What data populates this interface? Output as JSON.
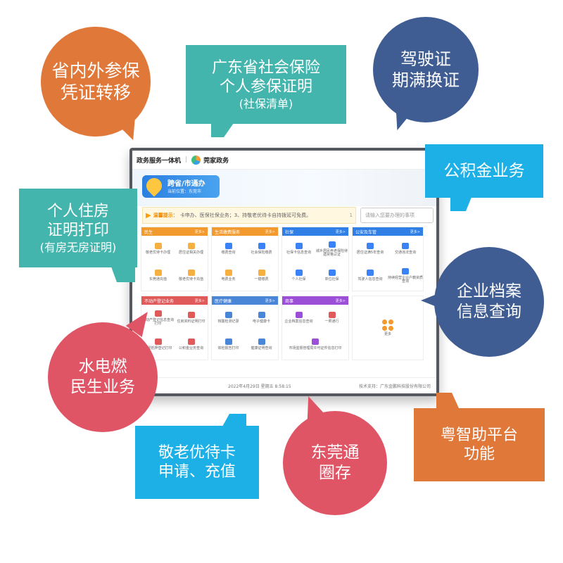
{
  "tablet": {
    "header_left": "政务服务一体机",
    "header_brand": "莞家政务",
    "cross_button": {
      "title": "跨省/市通办",
      "sub": "当前位置：东莞市"
    },
    "notice": {
      "label": "温馨提示：",
      "text": "卡申办、医保社保业务；3、持敬老优待卡自持拨延可免费。",
      "page": "1"
    },
    "search_placeholder": "请输入您要办理的事项",
    "cards": [
      {
        "title": "民生",
        "more": "更多>",
        "color": "#f39a2e",
        "items": [
          "敬老优待卡办理",
          "居住证相关办理",
          "东莞通充值",
          "敬老优待卡充值"
        ]
      },
      {
        "title": "生活缴费服务",
        "more": "更多>",
        "color": "#f39a2e",
        "items": [
          "缴费查询",
          "社会保险缴费",
          "电费业务",
          "一键缴费"
        ]
      },
      {
        "title": "社保",
        "more": "更多>",
        "color": "#2f7fe6",
        "items": [
          "社保卡信息查询",
          "城乡居民养老保险待遇资格认证",
          "个人社保",
          "单位社保"
        ]
      },
      {
        "title": "公安及车管",
        "more": "更多>",
        "color": "#2f7fe6",
        "items": [
          "居住证满5年查询",
          "交通违法查询",
          "驾驶人信息查询",
          "持续经营企业户籍资质查询"
        ]
      },
      {
        "title": "不动产登记业务",
        "more": "更多>",
        "color": "#e05a5a",
        "items": [
          "不动产登记信息查询打印",
          "住房资料证明打印",
          "房屋抵押登记打印",
          "公积金业务查询"
        ]
      },
      {
        "title": "医疗健康",
        "more": "更多>",
        "color": "#4a86d8",
        "items": [
          "核酸检测记录",
          "电子健康卡",
          "体检报告打印",
          "健康证明查询"
        ]
      },
      {
        "title": "商事",
        "more": "更多>",
        "color": "#9b4ed6",
        "items": [
          "企业档案信息查询",
          "一照通行",
          "市场监督管理局许可证件信息打印"
        ]
      },
      {
        "title": "",
        "more": "",
        "color": "#ffffff",
        "items": [
          "更多"
        ]
      }
    ],
    "footer": {
      "left": "2)",
      "center": "2022年4月29日  星期五  8:58:15",
      "right": "技术支持：广东金鹏科技股份有限公司"
    }
  },
  "callouts": [
    {
      "lines": [
        "省内外参保",
        "凭证转移"
      ],
      "color": "#e0783a"
    },
    {
      "lines": [
        "广东省社会保险",
        "个人参保证明",
        "(社保清单)"
      ],
      "color": "#43b5ac"
    },
    {
      "lines": [
        "驾驶证",
        "期满换证"
      ],
      "color": "#3f5c93"
    },
    {
      "lines": [
        "公积金业务"
      ],
      "color": "#1db0e6"
    },
    {
      "lines": [
        "个人住房",
        "证明打印",
        "(有房无房证明)"
      ],
      "color": "#43b5ac"
    },
    {
      "lines": [
        "企业档案",
        "信息查询"
      ],
      "color": "#3f5c93"
    },
    {
      "lines": [
        "水电燃",
        "民生业务"
      ],
      "color": "#e05566"
    },
    {
      "lines": [
        "粤智助平台",
        "功能"
      ],
      "color": "#e0783a"
    },
    {
      "lines": [
        "敬老优待卡",
        "申请、充值"
      ],
      "color": "#1db0e6"
    },
    {
      "lines": [
        "东莞通",
        "圈存"
      ],
      "color": "#e05566"
    }
  ]
}
